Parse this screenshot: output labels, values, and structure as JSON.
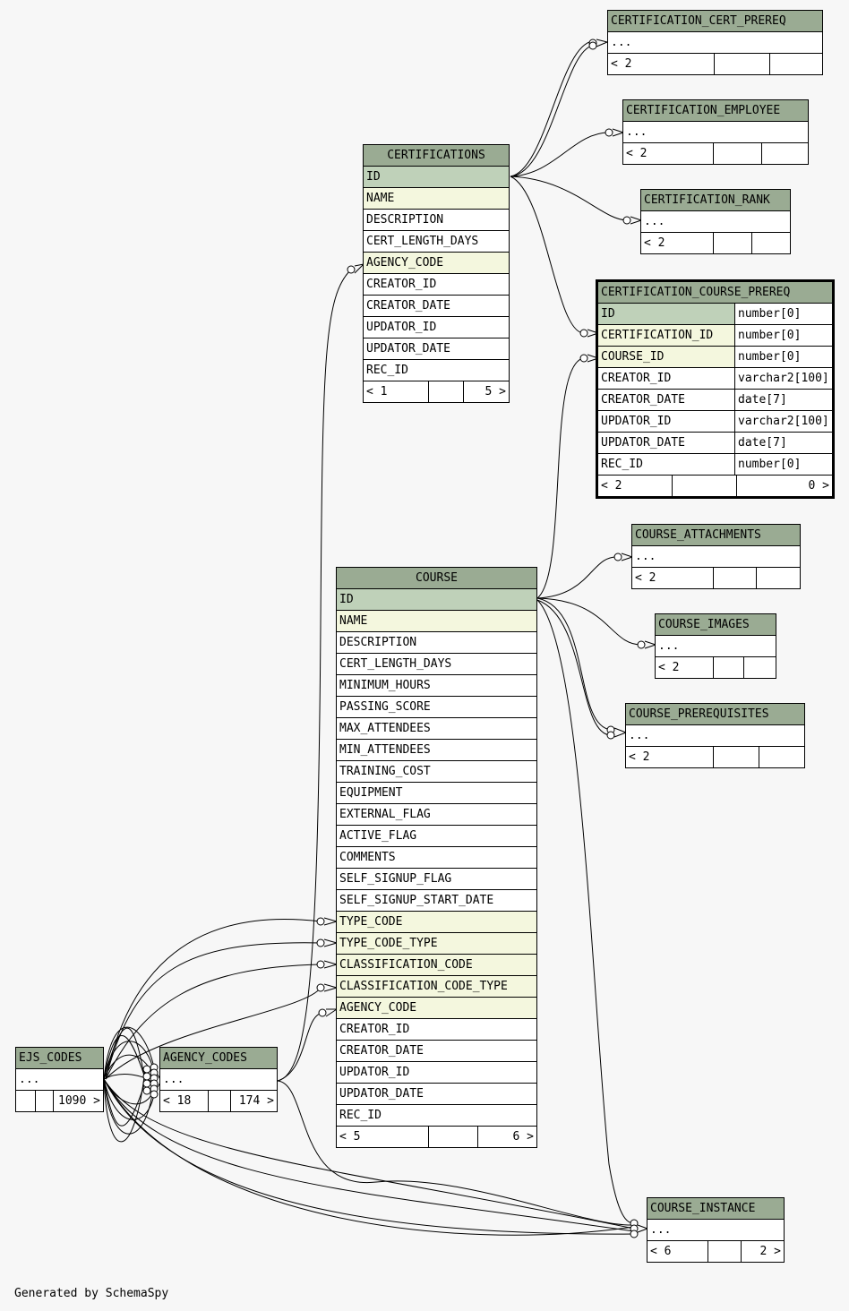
{
  "footer_text": "Generated by SchemaSpy",
  "tables": {
    "certification_cert_prereq": {
      "name": "CERTIFICATION_CERT_PREREQ",
      "columns": [
        "..."
      ],
      "footer": [
        "< 2",
        "",
        ""
      ]
    },
    "certification_employee": {
      "name": "CERTIFICATION_EMPLOYEE",
      "columns": [
        "..."
      ],
      "footer": [
        "< 2",
        "",
        ""
      ]
    },
    "certification_rank": {
      "name": "CERTIFICATION_RANK",
      "columns": [
        "..."
      ],
      "footer": [
        "< 2",
        "",
        ""
      ]
    },
    "certifications": {
      "name": "CERTIFICATIONS",
      "columns": [
        "ID",
        "NAME",
        "DESCRIPTION",
        "CERT_LENGTH_DAYS",
        "AGENCY_CODE",
        "CREATOR_ID",
        "CREATOR_DATE",
        "UPDATOR_ID",
        "UPDATOR_DATE",
        "REC_ID"
      ],
      "footer": [
        "< 1",
        "",
        "5 >"
      ]
    },
    "certification_course_prereq": {
      "name": "CERTIFICATION_COURSE_PREREQ",
      "columns": [
        "ID",
        "CERTIFICATION_ID",
        "COURSE_ID",
        "CREATOR_ID",
        "CREATOR_DATE",
        "UPDATOR_ID",
        "UPDATOR_DATE",
        "REC_ID"
      ],
      "types": [
        "number[0]",
        "number[0]",
        "number[0]",
        "varchar2[100]",
        "date[7]",
        "varchar2[100]",
        "date[7]",
        "number[0]"
      ],
      "footer": [
        "< 2",
        "",
        "0 >"
      ]
    },
    "course_attachments": {
      "name": "COURSE_ATTACHMENTS",
      "columns": [
        "..."
      ],
      "footer": [
        "< 2",
        "",
        ""
      ]
    },
    "course_images": {
      "name": "COURSE_IMAGES",
      "columns": [
        "..."
      ],
      "footer": [
        "< 2",
        "",
        ""
      ]
    },
    "course_prerequisites": {
      "name": "COURSE_PREREQUISITES",
      "columns": [
        "..."
      ],
      "footer": [
        "< 2",
        "",
        ""
      ]
    },
    "course": {
      "name": "COURSE",
      "columns": [
        "ID",
        "NAME",
        "DESCRIPTION",
        "CERT_LENGTH_DAYS",
        "MINIMUM_HOURS",
        "PASSING_SCORE",
        "MAX_ATTENDEES",
        "MIN_ATTENDEES",
        "TRAINING_COST",
        "EQUIPMENT",
        "EXTERNAL_FLAG",
        "ACTIVE_FLAG",
        "COMMENTS",
        "SELF_SIGNUP_FLAG",
        "SELF_SIGNUP_START_DATE",
        "TYPE_CODE",
        "TYPE_CODE_TYPE",
        "CLASSIFICATION_CODE",
        "CLASSIFICATION_CODE_TYPE",
        "AGENCY_CODE",
        "CREATOR_ID",
        "CREATOR_DATE",
        "UPDATOR_ID",
        "UPDATOR_DATE",
        "REC_ID"
      ],
      "footer": [
        "< 5",
        "",
        "6 >"
      ]
    },
    "ejs_codes": {
      "name": "EJS_CODES",
      "columns": [
        "..."
      ],
      "footer": [
        "",
        "",
        "1090 >"
      ]
    },
    "agency_codes": {
      "name": "AGENCY_CODES",
      "columns": [
        "..."
      ],
      "footer": [
        "< 18",
        "",
        "174 >"
      ]
    },
    "course_instance": {
      "name": "COURSE_INSTANCE",
      "columns": [
        "..."
      ],
      "footer": [
        "< 6",
        "",
        "2 >"
      ]
    }
  }
}
